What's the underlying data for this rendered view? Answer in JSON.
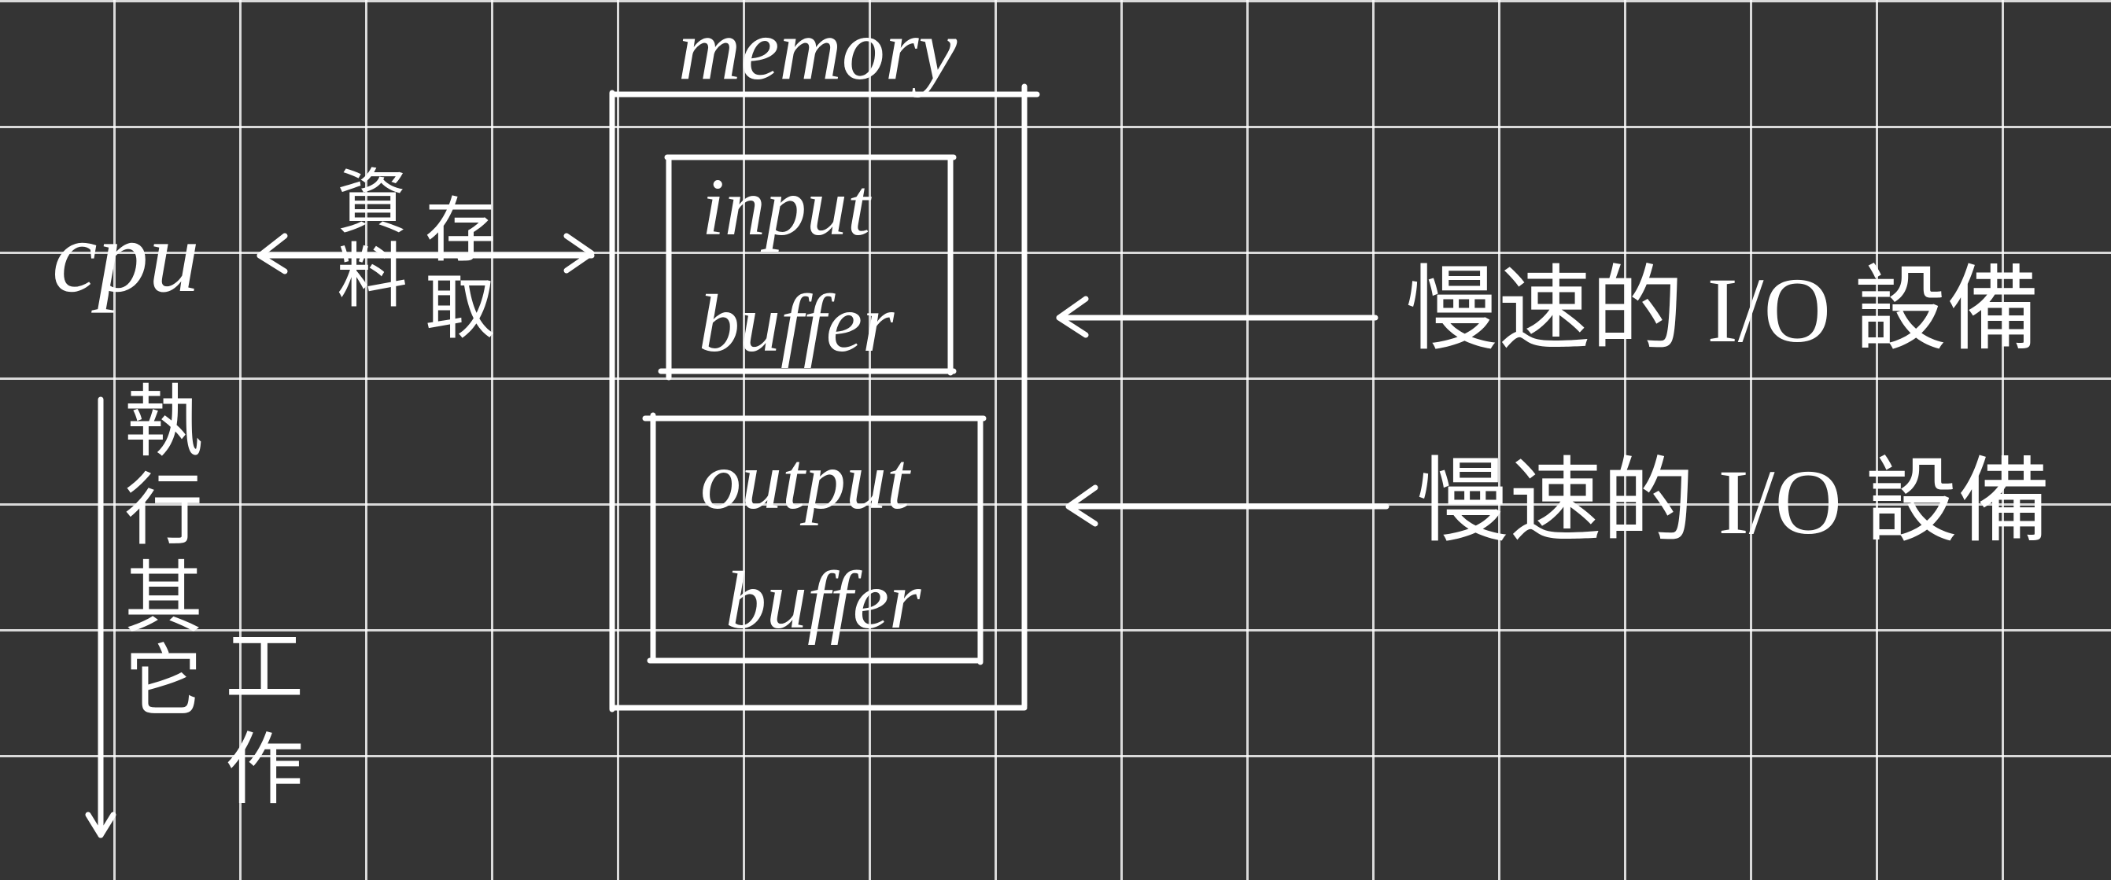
{
  "diagram": {
    "memory_label": "memory",
    "cpu_label": "cpu",
    "access_label": {
      "col1": [
        "資",
        "料"
      ],
      "col2": [
        "存",
        "取"
      ]
    },
    "input_buffer": {
      "line1": "input",
      "line2": "buffer"
    },
    "output_buffer": {
      "line1": "output",
      "line2": "buffer"
    },
    "device_input": "慢速的 I/O 設備",
    "device_output": "慢速的 I/O 設備",
    "cpu_work": {
      "col1": [
        "執",
        "行",
        "其",
        "它"
      ],
      "col2": [
        "工",
        "作"
      ]
    },
    "colors": {
      "background": "#343434",
      "grid": "#d9d9d9",
      "ink": "#ffffff"
    }
  }
}
